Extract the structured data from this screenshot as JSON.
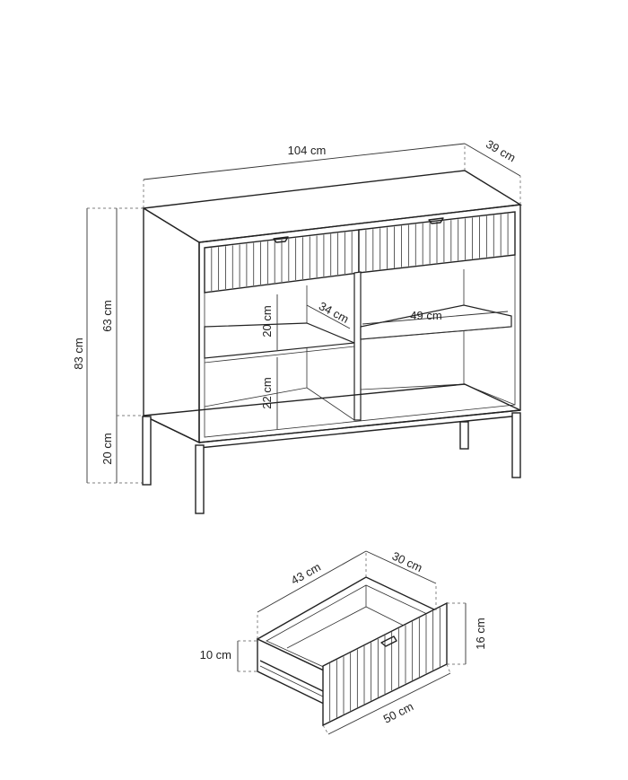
{
  "dimensions": {
    "width": "104 cm",
    "depth": "39 cm",
    "total_height": "83 cm",
    "body_height": "63 cm",
    "leg_height": "20 cm",
    "upper_compartment_height": "20 cm",
    "lower_compartment_height": "22 cm",
    "shelf_depth": "34 cm",
    "shelf_width": "49 cm"
  },
  "drawer": {
    "inner_width": "43 cm",
    "inner_depth": "30 cm",
    "front_height": "16 cm",
    "inner_height": "10 cm",
    "front_width": "50 cm"
  },
  "colors": {
    "line": "#222222",
    "background": "#ffffff"
  }
}
